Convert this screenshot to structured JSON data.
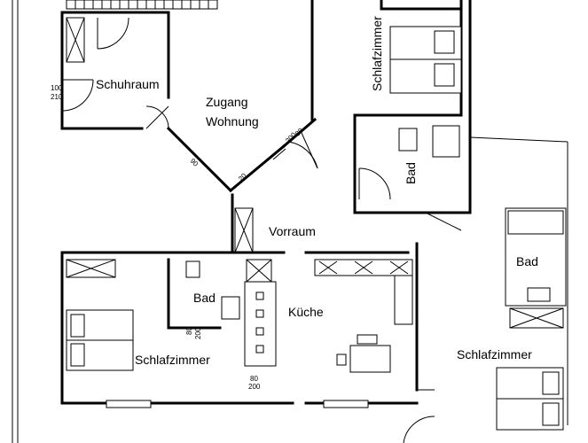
{
  "rooms": {
    "schuhraum": "Schuhraum",
    "zugang_line1": "Zugang",
    "zugang_line2": "Wohnung",
    "schlafzimmer_top": "Schlafzimmer",
    "bad_top": "Bad",
    "vorraum": "Vorraum",
    "bad_right": "Bad",
    "bad_left": "Bad",
    "kueche": "Küche",
    "schlafzimmer_left": "Schlafzimmer",
    "schlafzimmer_right": "Schlafzimmer"
  },
  "dimensions": {
    "door_schuhraum_top": "100",
    "door_schuhraum_bottom": "210",
    "door_entry_a": "200",
    "door_entry_b": "80",
    "door_diag_a": "90",
    "door_diag_b": "20",
    "door_bad_left_a": "80",
    "door_bad_left_b": "200",
    "door_bedroom_top": "80",
    "door_bedroom_bottom": "200"
  }
}
